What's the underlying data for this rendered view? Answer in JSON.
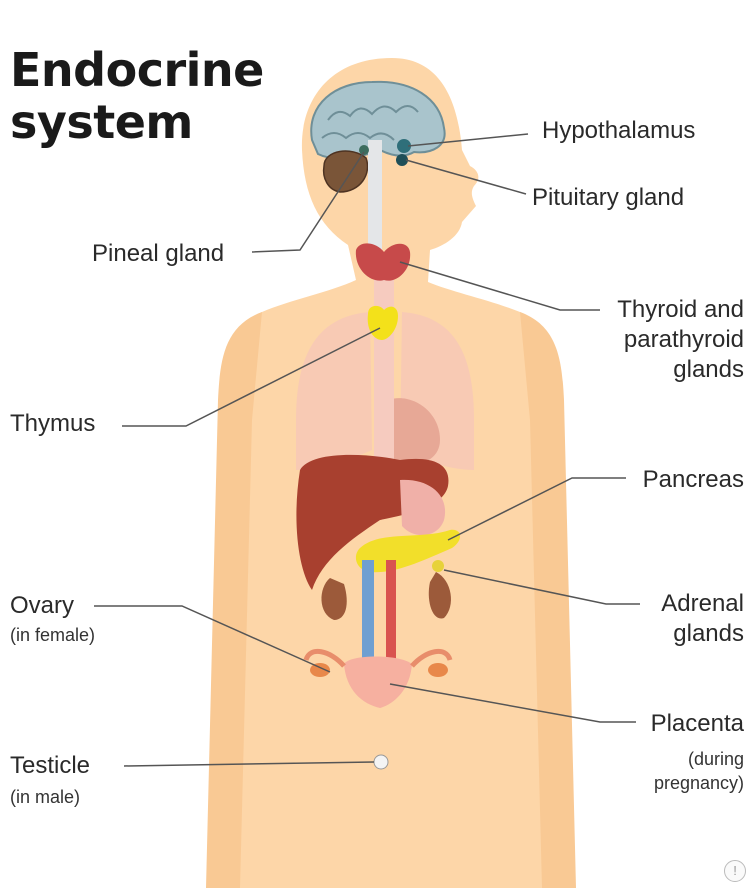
{
  "title": {
    "line1": "Endocrine",
    "line2": "system"
  },
  "labels": {
    "hypothalamus": "Hypothalamus",
    "pituitary": "Pituitary gland",
    "pineal": "Pineal gland",
    "thyroid_l1": "Thyroid and",
    "thyroid_l2": "parathyroid",
    "thyroid_l3": "glands",
    "thymus": "Thymus",
    "pancreas": "Pancreas",
    "ovary": "Ovary",
    "ovary_note": "(in female)",
    "adrenal_l1": "Adrenal",
    "adrenal_l2": "glands",
    "placenta": "Placenta",
    "placenta_note_l1": "(during",
    "placenta_note_l2": "pregnancy)",
    "testicle": "Testicle",
    "testicle_note": "(in male)"
  },
  "colors": {
    "skin": "#fdd6a8",
    "brain": "#a9c4cc",
    "thyroid": "#c74a4a",
    "thymus": "#f3e11a",
    "liver": "#a8402f",
    "pancreas": "#f2df2a",
    "leader_line": "#555555"
  },
  "corner_icon": "warning-icon"
}
